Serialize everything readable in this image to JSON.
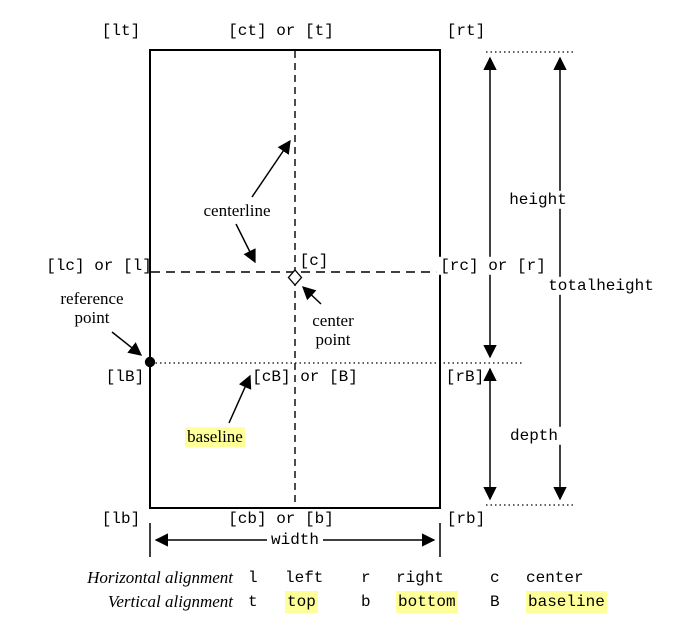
{
  "anchors": {
    "lt": "[lt]",
    "ct": "[ct] or [t]",
    "rt": "[rt]",
    "lc": "[lc] or [l]",
    "c": "[c]",
    "rc": "[rc] or [r]",
    "lB": "[lB]",
    "cB": "[cB] or [B]",
    "rB": "[rB]",
    "lb": "[lb]",
    "cb": "[cb] or [b]",
    "rb": "[rb]"
  },
  "dimensions": {
    "height": "height",
    "depth": "depth",
    "totalheight": "totalheight",
    "width": "width"
  },
  "annotations": {
    "centerline": "centerline",
    "reference_point_line1": "reference",
    "reference_point_line2": "point",
    "center_point_line1": "center",
    "center_point_line2": "point",
    "baseline": "baseline"
  },
  "legend": {
    "horizontal": {
      "label": "Horizontal alignment",
      "items": [
        {
          "key": "l",
          "value": "left",
          "highlight": false
        },
        {
          "key": "r",
          "value": "right",
          "highlight": false
        },
        {
          "key": "c",
          "value": "center",
          "highlight": false
        }
      ]
    },
    "vertical": {
      "label": "Vertical alignment",
      "items": [
        {
          "key": "t",
          "value": "top",
          "highlight": true
        },
        {
          "key": "b",
          "value": "bottom",
          "highlight": true
        },
        {
          "key": "B",
          "value": "baseline",
          "highlight": true
        }
      ]
    }
  },
  "colors": {
    "highlight": "#FFFF99",
    "line": "#000000",
    "background": "#FFFFFF"
  }
}
